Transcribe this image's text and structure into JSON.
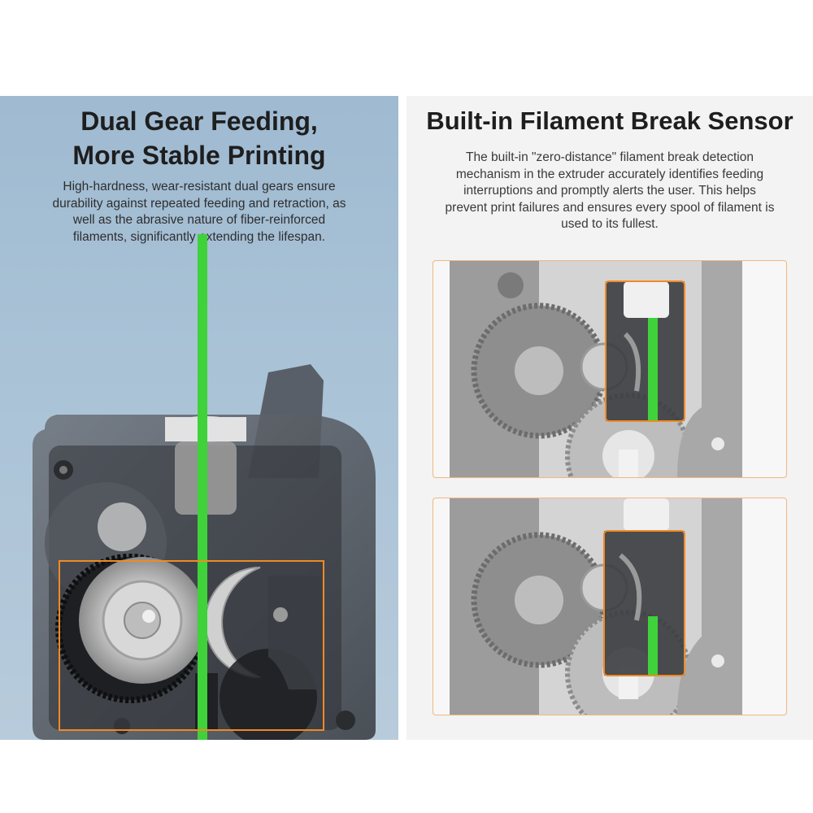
{
  "left": {
    "title_lines": [
      "Dual Gear Feeding,",
      "More Stable Printing"
    ],
    "description_lines": [
      "High-hardness, wear-resistant dual gears ensure",
      "durability against repeated feeding and retraction, as",
      "well as the abrasive nature of fiber-reinforced",
      "filaments, significantly extending the lifespan."
    ]
  },
  "right": {
    "title": "Built-in Filament Break Sensor",
    "description_lines": [
      "The built-in \"zero-distance\" filament break detection",
      "mechanism in the extruder accurately identifies feeding",
      "interruptions and promptly alerts the user. This helps",
      "prevent print failures and ensures every spool of filament is",
      "used to its fullest."
    ]
  },
  "colors": {
    "filament": "#3fd23a",
    "highlight": "#f08a24",
    "left_background": "#a9c2d6",
    "right_background": "#f3f3f3"
  }
}
